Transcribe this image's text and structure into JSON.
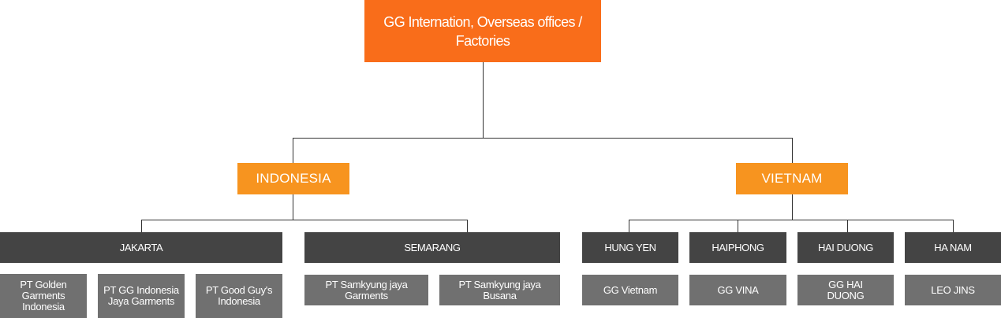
{
  "root": {
    "label": "GG Internation, Overseas offices / Factories"
  },
  "countries": [
    {
      "label": "INDONESIA",
      "regions": [
        {
          "label": "JAKARTA",
          "factories": [
            "PT Golden Garments Indonesia",
            "PT GG Indonesia Jaya Garments",
            "PT Good Guy's Indonesia"
          ]
        },
        {
          "label": "SEMARANG",
          "factories": [
            "PT Samkyung jaya Garments",
            "PT Samkyung jaya Busana"
          ]
        }
      ]
    },
    {
      "label": "VIETNAM",
      "regions": [
        {
          "label": "HUNG YEN",
          "factories": [
            "GG Vietnam"
          ]
        },
        {
          "label": "HAIPHONG",
          "factories": [
            "GG VINA"
          ]
        },
        {
          "label": "HAI DUONG",
          "factories": [
            "GG HAI DUONG"
          ]
        },
        {
          "label": "HA NAM",
          "factories": [
            "LEO JINS"
          ]
        }
      ]
    }
  ],
  "colors": {
    "root": "#f96d1a",
    "country": "#f7941f",
    "region": "#444444",
    "factory": "#707070",
    "connector": "#333333"
  }
}
